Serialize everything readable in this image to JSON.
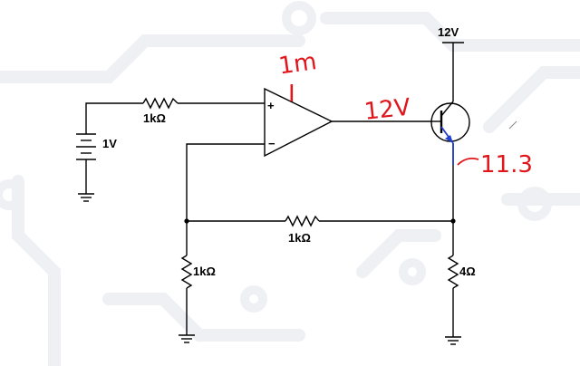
{
  "colors": {
    "wire": "#000000",
    "transistor_emitter": "#1f3fd0",
    "annotation_ink": "#e0161b",
    "background_pattern": "#eef0f4"
  },
  "labels": {
    "supply": "12V",
    "source": "1V",
    "r_input": "1kΩ",
    "r_feedback": "1kΩ",
    "r_ground": "1kΩ",
    "r_load": "4Ω",
    "opamp_plus": "+",
    "opamp_minus": "−"
  },
  "annotations": {
    "current_top": "1m",
    "arrow_top": "I",
    "opamp_out": "12V",
    "emitter_note": "11.3"
  }
}
